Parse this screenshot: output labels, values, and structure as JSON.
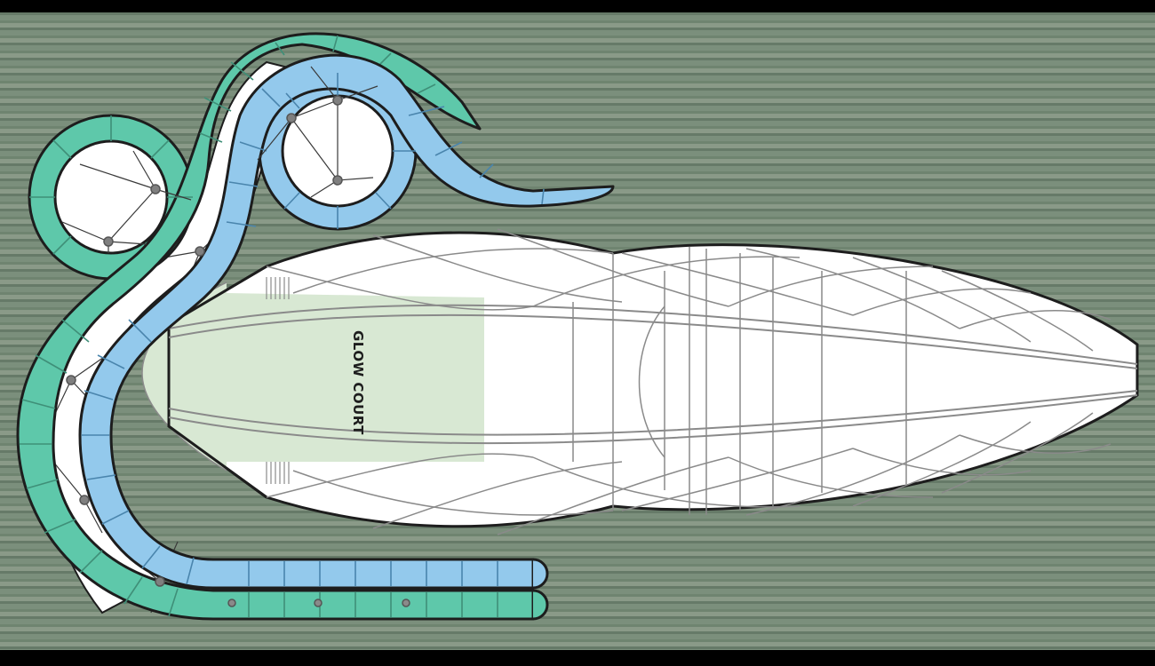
{
  "map": {
    "areas": [
      {
        "name": "glow-court",
        "label": "GLOW COURT",
        "fill": "#d8e8d3"
      }
    ],
    "colors": {
      "green_track": "#5ec8aa",
      "blue_track": "#93c9ec",
      "outline": "#1d1d1d",
      "structure_lines": "#8a8a8a",
      "node": "#7f7f7f",
      "building_fill": "#ffffff"
    },
    "features": [
      {
        "name": "green-water-slide",
        "type": "slide"
      },
      {
        "name": "blue-water-slide",
        "type": "slide"
      },
      {
        "name": "left-loop",
        "type": "loop"
      },
      {
        "name": "top-loop",
        "type": "loop"
      },
      {
        "name": "dome-building",
        "type": "structure"
      }
    ]
  }
}
